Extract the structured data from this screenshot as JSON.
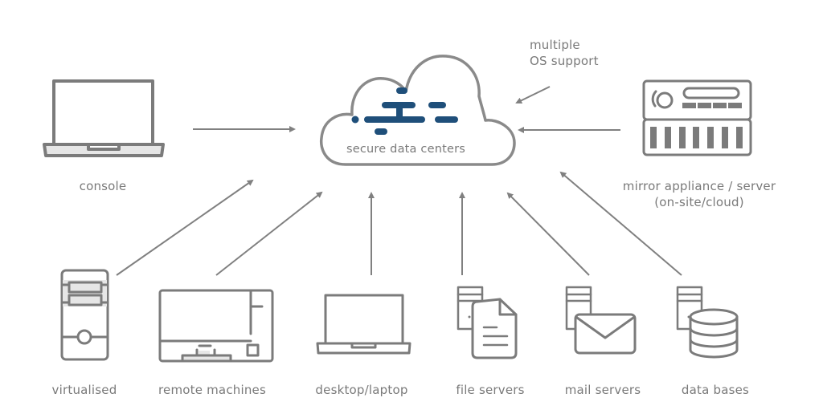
{
  "diagram": {
    "hub": {
      "label": "secure data centers",
      "accent_color": "#1f4f7a"
    },
    "annotation": {
      "line1": "multiple",
      "line2": "OS support"
    },
    "nodes": {
      "console": {
        "label": "console"
      },
      "mirror": {
        "line1": "mirror appliance / server",
        "line2": "(on-site/cloud)"
      },
      "virtualised": {
        "label": "virtualised"
      },
      "remote_machines": {
        "label": "remote machines"
      },
      "desktop_laptop": {
        "label": "desktop/laptop"
      },
      "file_servers": {
        "label": "file servers"
      },
      "mail_servers": {
        "label": "mail servers"
      },
      "data_bases": {
        "label": "data bases"
      }
    },
    "edges": [
      {
        "from": "console",
        "to": "secure data centers"
      },
      {
        "from": "mirror appliance / server",
        "to": "secure data centers"
      },
      {
        "from": "multiple OS support",
        "to": "secure data centers"
      },
      {
        "from": "virtualised",
        "to": "secure data centers"
      },
      {
        "from": "remote machines",
        "to": "secure data centers"
      },
      {
        "from": "desktop/laptop",
        "to": "secure data centers"
      },
      {
        "from": "file servers",
        "to": "secure data centers"
      },
      {
        "from": "mail servers",
        "to": "secure data centers"
      },
      {
        "from": "data bases",
        "to": "secure data centers"
      }
    ]
  }
}
